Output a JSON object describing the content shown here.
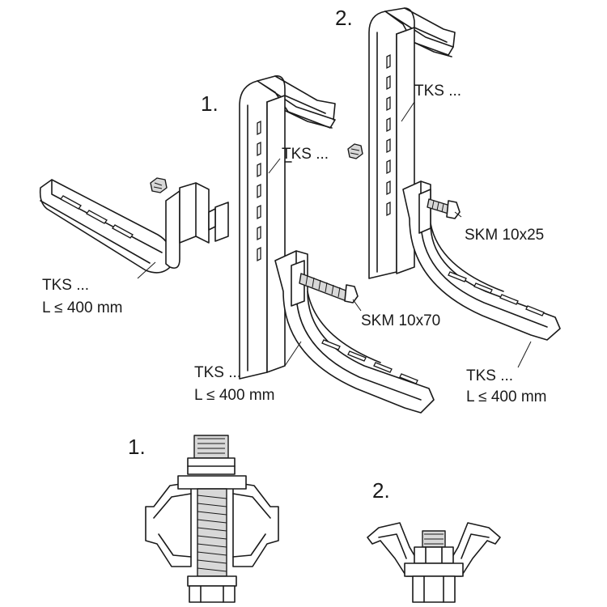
{
  "upper": {
    "step1": "1.",
    "step2": "2.",
    "rail1": "TKS ...",
    "rail2": "TKS ...",
    "bracket_left": {
      "name": "TKS ...",
      "length": "L ≤ 400 mm"
    },
    "bracket_mid": {
      "name": "TKS ...",
      "length": "L ≤ 400 mm"
    },
    "bracket_right": {
      "name": "TKS ...",
      "length": "L ≤ 400 mm"
    },
    "screw1": "SKM 10x70",
    "screw2": "SKM 10x25"
  },
  "lower": {
    "section1": "1.",
    "section2": "2."
  }
}
